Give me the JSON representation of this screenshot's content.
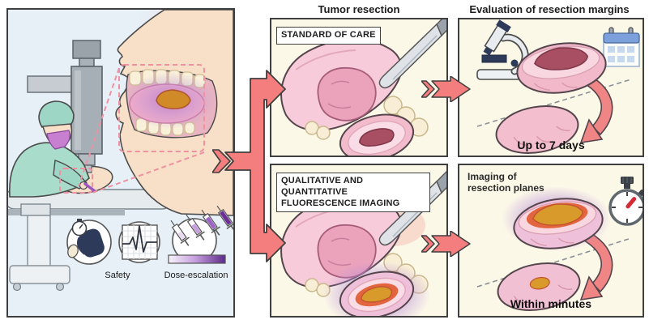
{
  "figure": {
    "columns": {
      "tumor_resection_title": "Tumor resection",
      "evaluation_title": "Evaluation of resection margins"
    },
    "standard": {
      "label": "STANDARD OF CARE",
      "outcome": "Up to 7 days"
    },
    "fluorescence": {
      "label": "QUALITATIVE AND QUANTITATIVE FLUORESCENCE IMAGING",
      "note": "Imaging of resection planes",
      "outcome": "Within minutes"
    },
    "left_panel": {
      "safety_label": "Safety",
      "dose_label": "Dose-escalation"
    },
    "icons": [
      "imaging-camera-icon",
      "blood-pressure-cuff-icon",
      "ecg-trace-icon",
      "dose-escalation-syringes-icon",
      "microscope-icon",
      "calendar-icon",
      "stopwatch-icon",
      "scalpel-icon",
      "flip-arrow-icon"
    ],
    "colors": {
      "arrow_red": "#f47e7e",
      "panel_cream": "#fcf8e8",
      "panel_blue": "#e7f0f7",
      "fluorescence_purple": "#b58ad6",
      "fluorescence_orange": "#d29030",
      "tumor_red": "#a84f63",
      "outline": "#3f3f3f"
    }
  }
}
